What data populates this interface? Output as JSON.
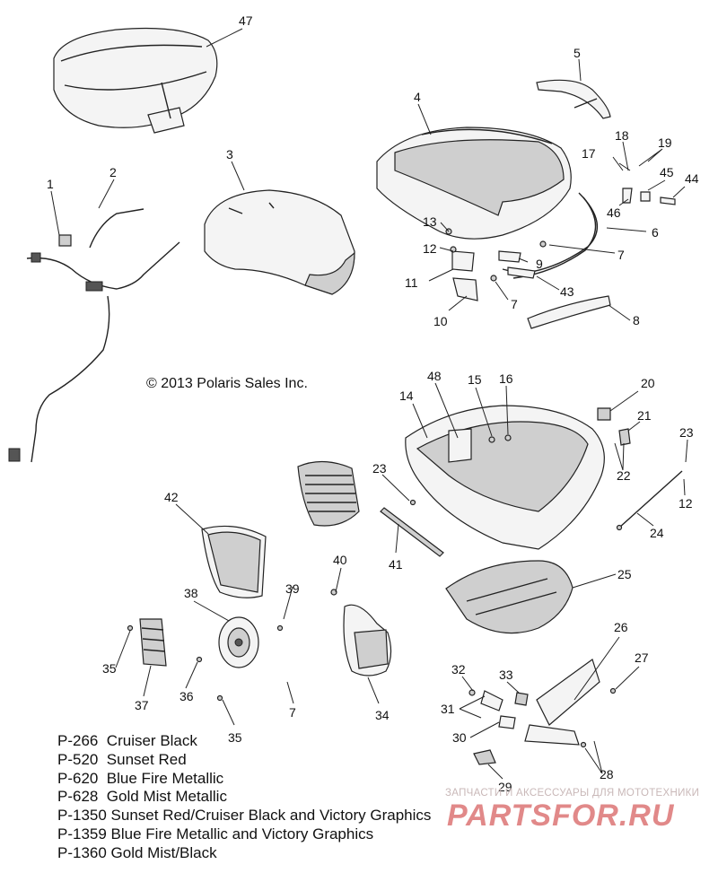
{
  "copyright": "© 2013 Polaris Sales Inc.",
  "callouts": [
    "47",
    "1",
    "2",
    "3",
    "4",
    "5",
    "17",
    "18",
    "19",
    "45",
    "44",
    "46",
    "6",
    "13",
    "12",
    "11",
    "10",
    "9",
    "7",
    "43",
    "7",
    "8",
    "48",
    "14",
    "15",
    "16",
    "20",
    "21",
    "22",
    "23",
    "12",
    "24",
    "23",
    "41",
    "42",
    "25",
    "40",
    "38",
    "39",
    "35",
    "36",
    "37",
    "7",
    "34",
    "35",
    "26",
    "27",
    "32",
    "33",
    "31",
    "30",
    "28",
    "29"
  ],
  "legend": [
    "P-266  Cruiser Black",
    "P-520  Sunset Red",
    "P-620  Blue Fire Metallic",
    "P-628  Gold Mist Metallic",
    "P-1350 Sunset Red/Cruiser Black and Victory Graphics",
    "P-1359 Blue Fire Metallic and Victory Graphics",
    "P-1360 Gold Mist/Black"
  ],
  "watermark": {
    "tagline": "ЗАПЧАСТИ И АКСЕССУАРЫ ДЛЯ МОТОТЕХНИКИ",
    "brand": "PARTSFOR.RU"
  }
}
